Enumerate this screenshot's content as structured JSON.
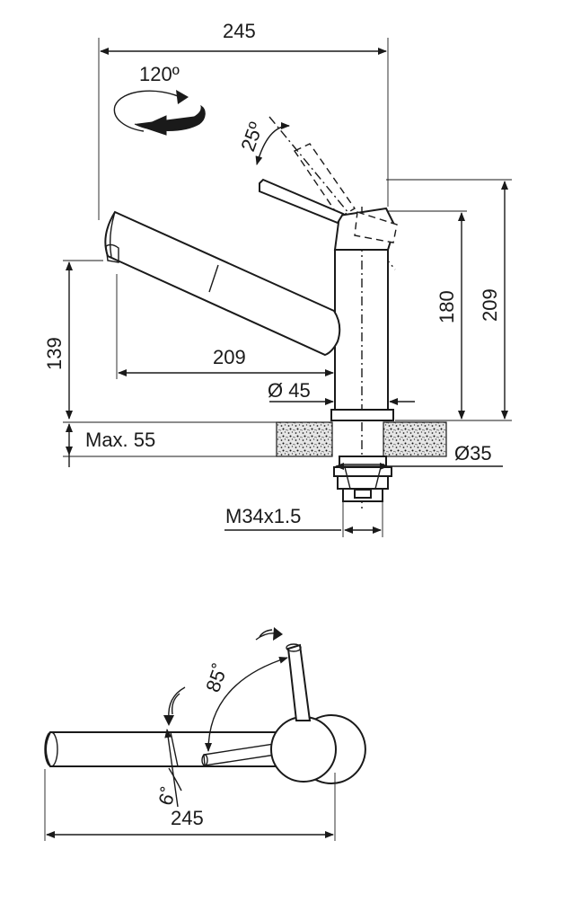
{
  "side_view": {
    "width_total": "245",
    "swivel_angle": "120º",
    "lever_angle": "25º",
    "height_spout": "180",
    "height_total": "209",
    "outlet_height": "139",
    "spout_reach": "209",
    "base_diameter": "Ø 45",
    "max_thickness": "Max. 55",
    "hole_diameter": "Ø35",
    "thread": "M34x1.5"
  },
  "top_view": {
    "lever_rotation": "85˚",
    "spout_angle": "6˚",
    "width_total": "245"
  },
  "colors": {
    "line": "#1a1a1a",
    "background": "#ffffff"
  }
}
